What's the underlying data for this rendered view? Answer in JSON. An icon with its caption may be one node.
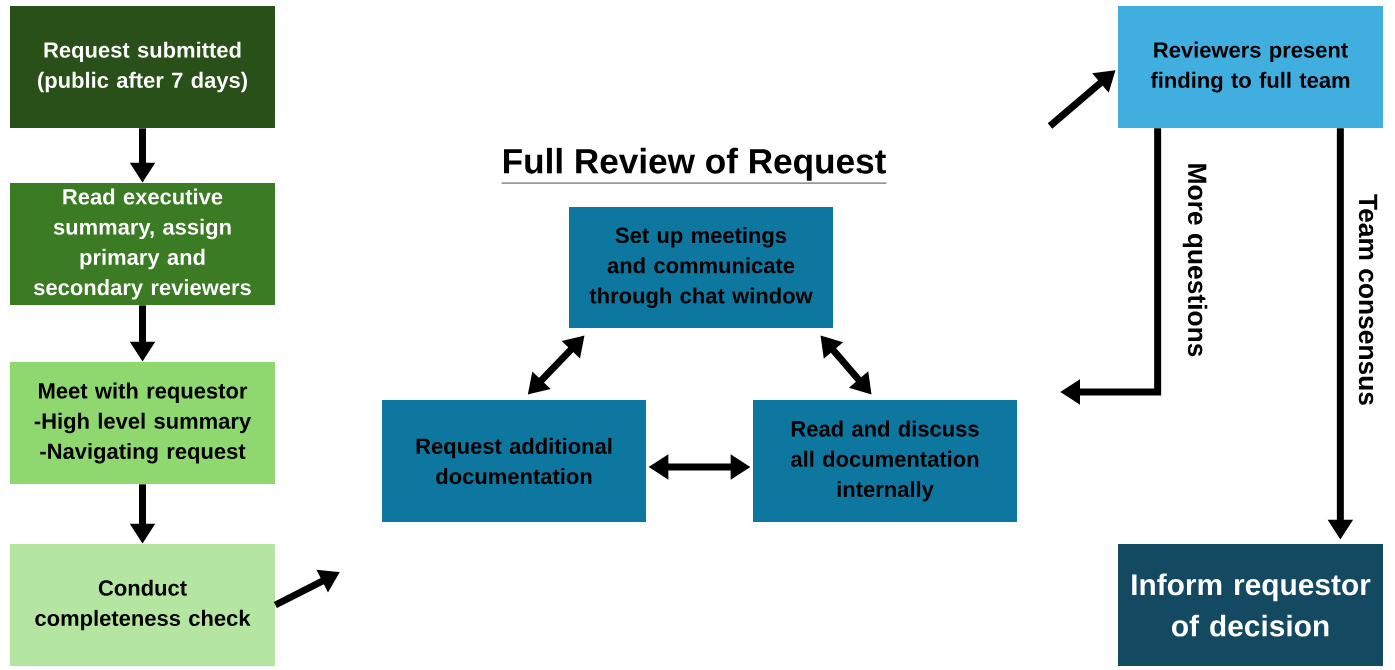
{
  "diagram": {
    "title": "Full Review of Request",
    "nodes": [
      {
        "text": [
          "Request submitted (public after 7 days)"
        ]
      },
      {
        "text": [
          "Read executive summary, assign primary and secondary reviewers"
        ]
      },
      {
        "text": [
          "Meet with requestor",
          "-High level summary",
          "-Navigating request"
        ]
      },
      {
        "text": [
          "Conduct completeness check"
        ]
      },
      {
        "text": [
          "Set up meetings and communicate through chat window"
        ]
      },
      {
        "text": [
          "Request additional documentation"
        ]
      },
      {
        "text": [
          "Read and discuss all documentation internally"
        ]
      },
      {
        "text": [
          "Reviewers present finding to full team"
        ]
      },
      {
        "text": [
          "Inform requestor of decision"
        ]
      }
    ],
    "edges": [
      {
        "from": 0,
        "to": 1,
        "arrow": "to"
      },
      {
        "from": 1,
        "to": 2,
        "arrow": "to"
      },
      {
        "from": 2,
        "to": 3,
        "arrow": "to"
      },
      {
        "from": 3,
        "to": null,
        "arrow": "to"
      },
      {
        "from": 4,
        "to": 5,
        "arrow": "both"
      },
      {
        "from": 4,
        "to": 6,
        "arrow": "both"
      },
      {
        "from": 5,
        "to": 6,
        "arrow": "both"
      },
      {
        "from": null,
        "to": 7,
        "arrow": "to"
      },
      {
        "from": 7,
        "to": null,
        "arrow": "to",
        "label": "More questions"
      },
      {
        "from": 7,
        "to": 8,
        "arrow": "to",
        "label": "Team consensus"
      }
    ]
  }
}
